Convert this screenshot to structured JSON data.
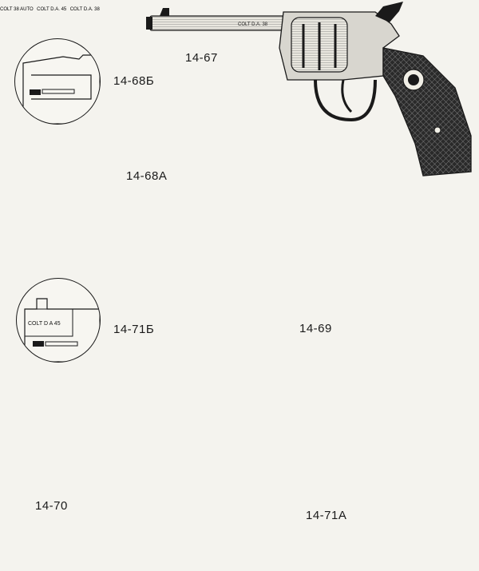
{
  "figures": [
    {
      "id": "14-67",
      "label": "14-67",
      "barrel_marking": "COLT D.A. 38"
    },
    {
      "id": "14-68A",
      "label": "14-68A",
      "barrel_marking": ""
    },
    {
      "id": "14-68B",
      "label": "14-68Б"
    },
    {
      "id": "14-69",
      "label": "14-69",
      "barrel_marking": "COLT 38 AUTO"
    },
    {
      "id": "14-70",
      "label": "14-70",
      "barrel_marking": "COLT D.A. 38"
    },
    {
      "id": "14-71A",
      "label": "14-71A",
      "barrel_marking": "COLT D.A. 45"
    },
    {
      "id": "14-71B",
      "label": "14-71Б",
      "inset_marking": "COLT D A 45"
    }
  ],
  "colors": {
    "ink": "#1a1a1a",
    "paper": "#f4f3ee",
    "grip_light": "#e8e4d8"
  }
}
